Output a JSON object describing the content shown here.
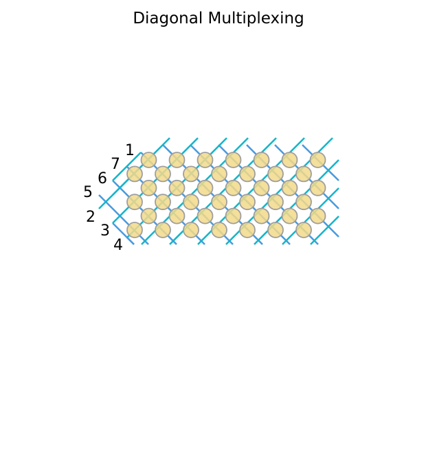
{
  "title": "Diagonal Multiplexing",
  "colors": {
    "led_fill": "#f2d98a",
    "led_stroke": "#9e9e9e",
    "wire_a": "#17b5c9",
    "wire_b": "#4b9bdc",
    "background": "#ffffff"
  },
  "grid": {
    "rows": 6,
    "columns": 14,
    "led_count": 42
  },
  "line_labels": [
    "1",
    "7",
    "6",
    "5",
    "2",
    "3",
    "4"
  ]
}
